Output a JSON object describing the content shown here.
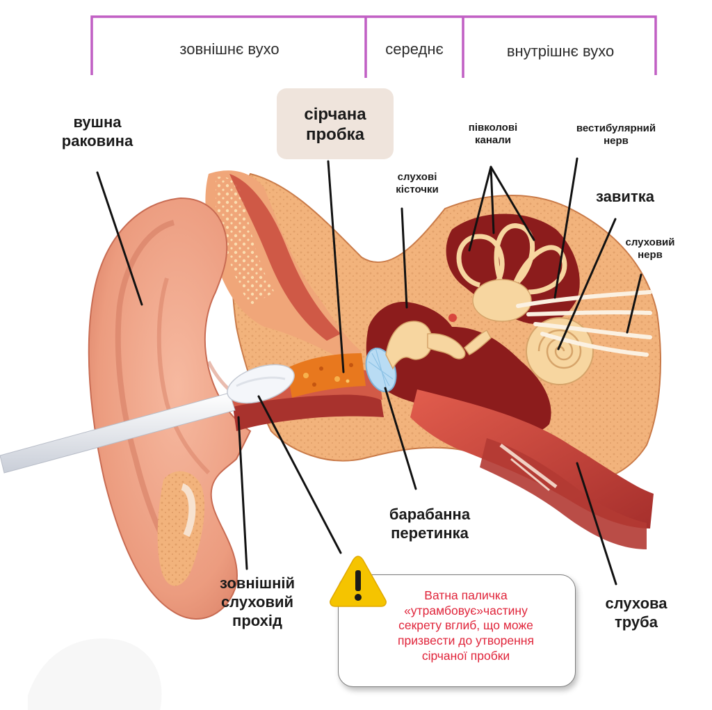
{
  "sections": {
    "outer": "зовнішнє вухо",
    "middle": "середнє",
    "inner": "внутрішнє вухо"
  },
  "labels": {
    "auricle": [
      "вушна",
      "раковина"
    ],
    "earwax_plug": [
      "сірчана",
      "пробка"
    ],
    "ossicles": [
      "слухові",
      "кісточки"
    ],
    "semicircular_canals": [
      "півколові",
      "канали"
    ],
    "vestibular_nerve": [
      "вестибулярний",
      "нерв"
    ],
    "cochlea": [
      "завитка"
    ],
    "auditory_nerve": [
      "слуховий",
      "нерв"
    ],
    "eardrum": [
      "барабанна",
      "перетинка"
    ],
    "ear_canal": [
      "зовнішній",
      "слуховий",
      "прохід"
    ],
    "eustachian_tube": [
      "слухова",
      "труба"
    ]
  },
  "warning": {
    "icon": "warning-triangle-icon",
    "text": [
      "Ватна паличка",
      "«утрамбовує»частину",
      "секрету вглиб, що може",
      "призвести до утворення",
      "сірчаної пробки"
    ]
  },
  "colors": {
    "bracket": "#c05ec4",
    "warning_text": "#e0243a",
    "warning_icon": "#f5c400",
    "skin": "#eb9a7c",
    "bone": "#f2bf86",
    "muscle": "#c9453a",
    "cavity": "#8c1c1c",
    "earwax": "#e8781e",
    "eardrum": "#b9dcf4"
  }
}
